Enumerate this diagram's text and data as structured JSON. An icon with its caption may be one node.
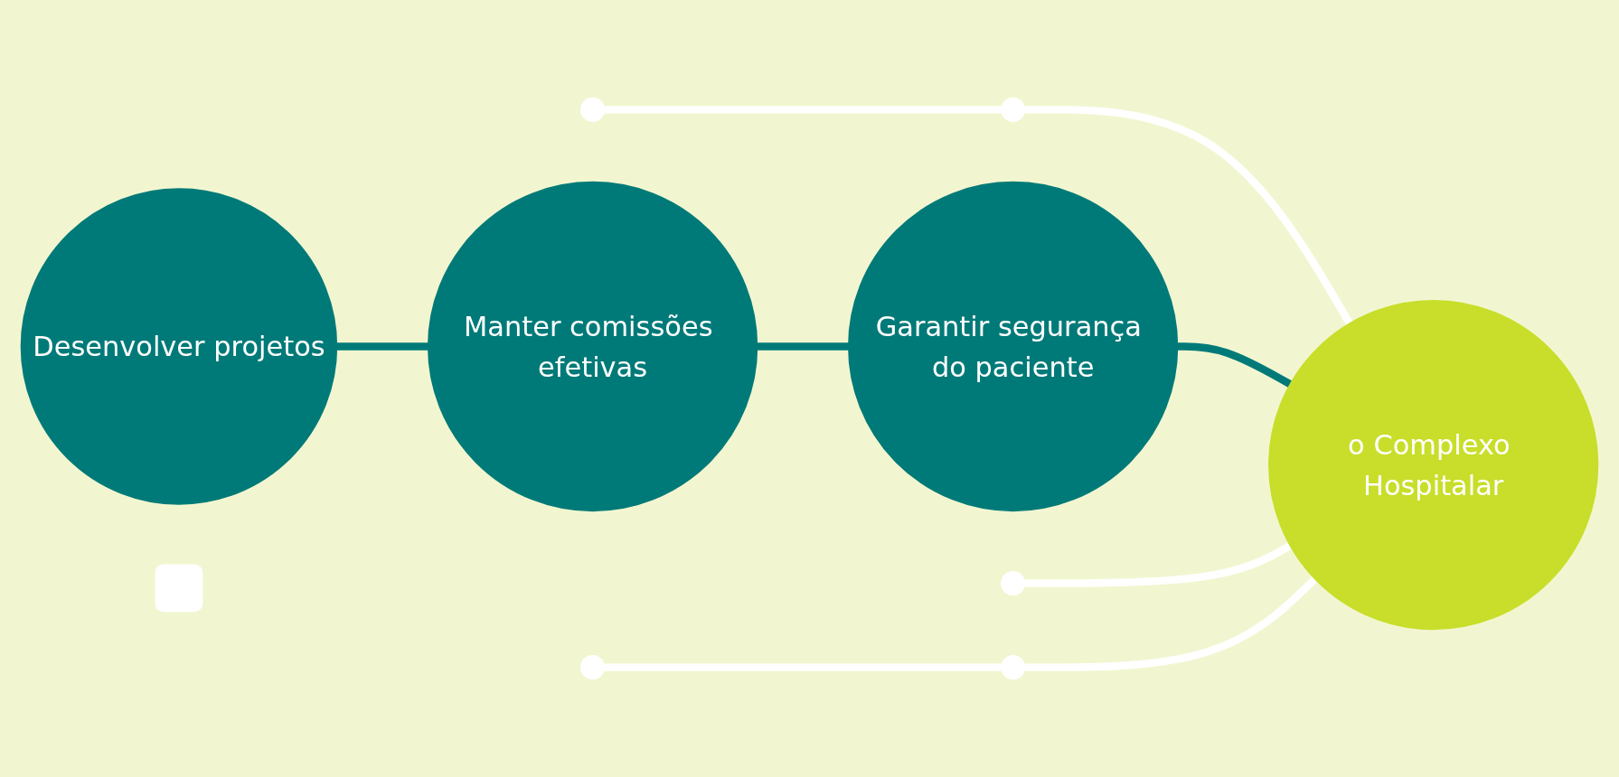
{
  "diagram": {
    "nodes": [
      {
        "text": [],
        "shape": "circle"
      },
      {
        "text": [
          "Desenvolver projetos"
        ]
      },
      {
        "text": [],
        "shape": "circle"
      },
      {
        "text": [],
        "shape": "circle"
      },
      {
        "text": [
          "o Complexo Hospitalar"
        ]
      },
      {
        "text": [],
        "shape": "circle"
      },
      {
        "text": [
          "Manter comissões efetivas"
        ]
      },
      {
        "text": [],
        "shape": "circle"
      },
      {
        "text": [
          "Garantir segurança do paciente"
        ]
      },
      {
        "text": [],
        "shape": "box"
      }
    ],
    "edges": [
      {
        "from": 0,
        "to": 5,
        "arrow": "none"
      },
      {
        "from": 5,
        "to": 4,
        "arrow": "none"
      },
      {
        "from": 1,
        "to": 6,
        "arrow": "none",
        "color": "#007a78"
      },
      {
        "from": 6,
        "to": 8,
        "arrow": "none",
        "color": "#007a78"
      },
      {
        "from": 8,
        "to": 4,
        "arrow": "none",
        "color": "#007a78"
      },
      {
        "from": 2,
        "to": 4,
        "arrow": "none"
      },
      {
        "from": 3,
        "to": 7,
        "arrow": "none"
      },
      {
        "from": 7,
        "to": 4,
        "arrow": "none"
      }
    ]
  }
}
